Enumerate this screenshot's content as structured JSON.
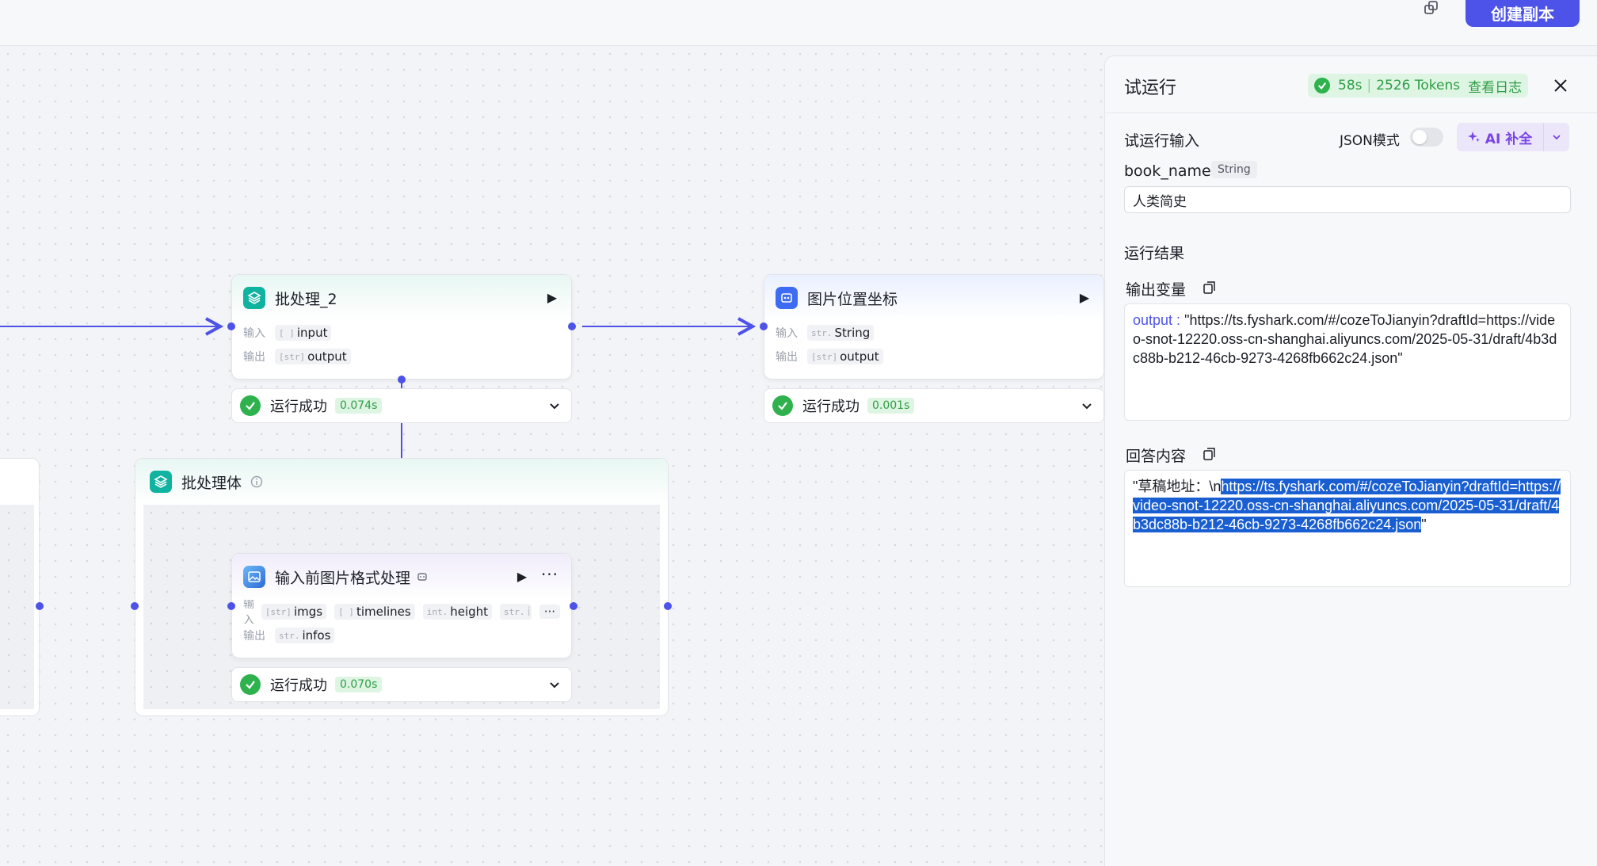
{
  "topbar": {
    "create_copy_label": "创建副本"
  },
  "canvas": {
    "nodes": {
      "batch2": {
        "title": "批处理_2",
        "input_label": "输入",
        "output_label": "输出",
        "input_type": "[ ]",
        "input_name": "input",
        "output_type": "[str]",
        "output_name": "output",
        "status": "运行成功",
        "time": "0.074s"
      },
      "image_pos": {
        "title": "图片位置坐标",
        "input_label": "输入",
        "output_label": "输出",
        "input_type": "str.",
        "input_name": "String",
        "output_type": "[str]",
        "output_name": "output",
        "status": "运行成功",
        "time": "0.001s"
      },
      "batch_body": {
        "title": "批处理体"
      },
      "image_format": {
        "title": "输入前图片格式处理",
        "input_label": "输入",
        "output_label": "输出",
        "inputs": [
          {
            "type": "[str]",
            "name": "imgs"
          },
          {
            "type": "[ ]",
            "name": "timelines"
          },
          {
            "type": "int.",
            "name": "height"
          },
          {
            "type": "str.",
            "name": "in_ar"
          }
        ],
        "output_type": "str.",
        "output_name": "infos",
        "more": "···",
        "status": "运行成功",
        "time": "0.070s"
      }
    }
  },
  "panel": {
    "title": "试运行",
    "summary": {
      "duration": "58s",
      "tokens": "2526 Tokens",
      "view_log": "查看日志"
    },
    "input_section_title": "试运行输入",
    "json_mode_label": "JSON模式",
    "json_mode_on": false,
    "ai_complete_label": "AI 补全",
    "fields": {
      "book_name": {
        "label": "book_name",
        "type": "String",
        "value": "人类简史"
      }
    },
    "result_section_title": "运行结果",
    "output_var_title": "输出变量",
    "output_var_key": "output :",
    "output_var_value": "\"https://ts.fyshark.com/#/cozeToJianyin?draftId=https://video-snot-12220.oss-cn-shanghai.aliyuncs.com/2025-05-31/draft/4b3dc88b-b212-46cb-9273-4268fb662c24.json\"",
    "answer_title": "回答内容",
    "answer_prefix": "\"草稿地址：\\n",
    "answer_link": "https://ts.fyshark.com/#/cozeToJianyin?draftId=https://video-snot-12220.oss-cn-shanghai.aliyuncs.com/2025-05-31/draft/4b3dc88b-b212-46cb-9273-4268fb662c24.json",
    "answer_suffix": "\""
  },
  "colors": {
    "accent": "#4d53e8",
    "success": "#2fb24d",
    "batch_icon": "#10b39f",
    "ai_purple": "#7a45e6"
  }
}
